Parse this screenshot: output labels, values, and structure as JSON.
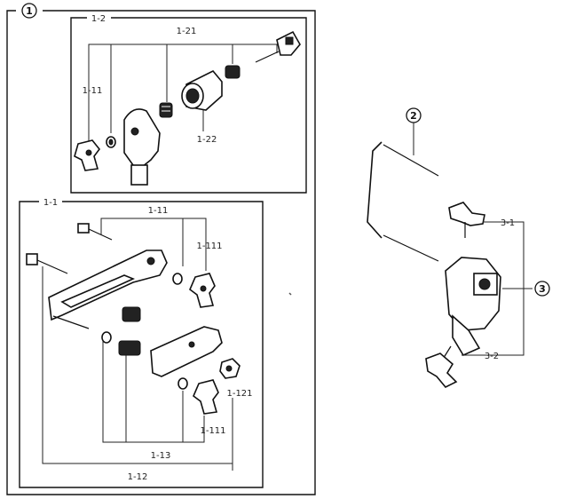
{
  "callouts": {
    "assembly_1": "1",
    "assembly_2": "2",
    "assembly_3": "3"
  },
  "labels": {
    "l_1_2": "1-2",
    "l_1_21": "1-21",
    "l_1_11_top": "1-11",
    "l_1_22": "1-22",
    "l_1_1": "1-1",
    "l_1_11_mid": "1-11",
    "l_1_111_mid": "1-111",
    "l_1_121": "1-121",
    "l_1_111_bot": "1-111",
    "l_1_13": "1-13",
    "l_1_12": "1-12",
    "l_3_1": "3-1",
    "l_3_2": "3-2"
  }
}
